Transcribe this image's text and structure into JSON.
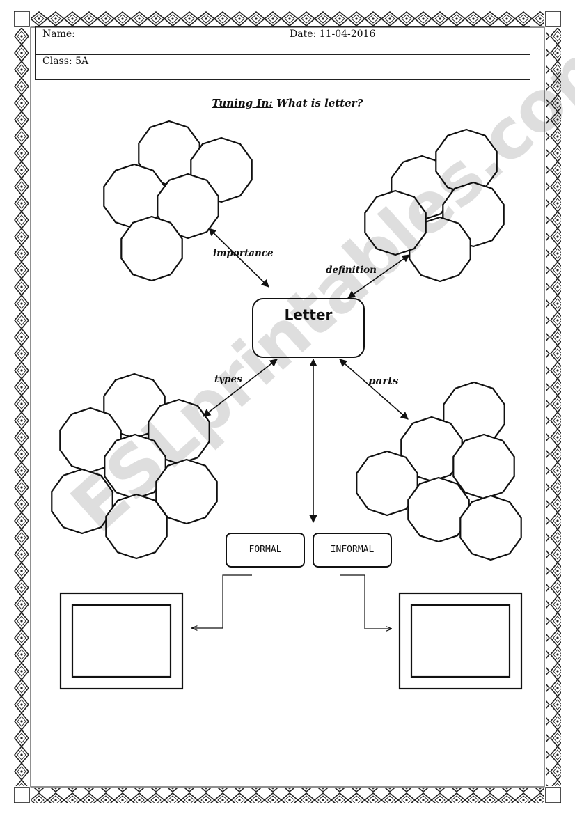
{
  "header": {
    "name_label": "Name:",
    "date_label": "Date: 11-04-2016",
    "class_label": "Class: 5A"
  },
  "title": {
    "lead": "Tuning In:",
    "question": "What is letter?"
  },
  "center": {
    "label": "Letter"
  },
  "links": {
    "importance": "importance",
    "definition": "definition",
    "types": "types",
    "parts": "parts"
  },
  "types": {
    "formal": "FORMAL",
    "informal": "INFORMAL"
  },
  "watermark": "ESLprintables.com"
}
